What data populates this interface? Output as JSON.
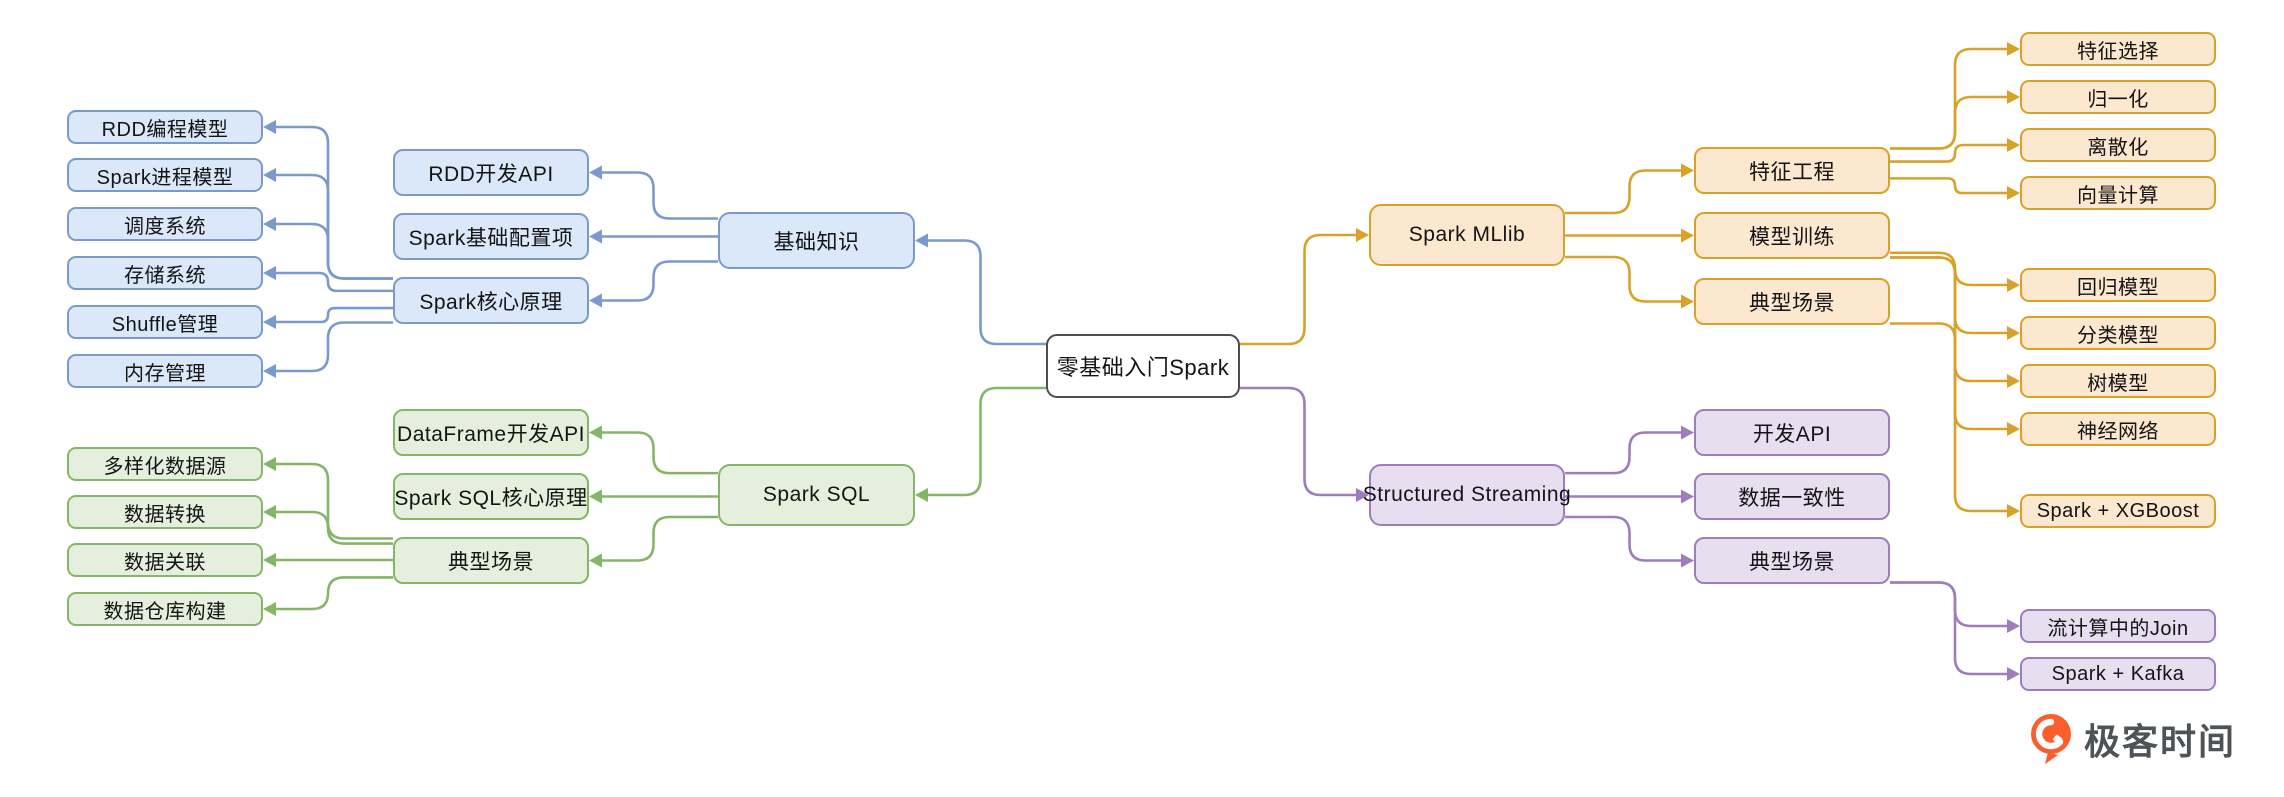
{
  "root": {
    "label": "零基础入门Spark"
  },
  "branches": {
    "root": {
      "stroke": "#4d4d4d",
      "fill": "#ffffff"
    },
    "blue": {
      "stroke": "#7a99cc",
      "fill": "#dbe8fa"
    },
    "green": {
      "stroke": "#85b566",
      "fill": "#e4f0dd"
    },
    "orange": {
      "stroke": "#d8a22a",
      "fill": "#fce7cf"
    },
    "purple": {
      "stroke": "#9e7cbe",
      "fill": "#e7def0"
    }
  },
  "nodes": [
    {
      "id": "root",
      "label": "零基础入门Spark",
      "branch": "root"
    },
    {
      "id": "basics",
      "label": "基础知识",
      "branch": "blue"
    },
    {
      "id": "rdd-api",
      "label": "RDD开发API",
      "branch": "blue"
    },
    {
      "id": "spark-config",
      "label": "Spark基础配置项",
      "branch": "blue"
    },
    {
      "id": "spark-core",
      "label": "Spark核心原理",
      "branch": "blue"
    },
    {
      "id": "rdd-prog-model",
      "label": "RDD编程模型",
      "branch": "blue"
    },
    {
      "id": "spark-process-model",
      "label": "Spark进程模型",
      "branch": "blue"
    },
    {
      "id": "scheduling",
      "label": "调度系统",
      "branch": "blue"
    },
    {
      "id": "storage",
      "label": "存储系统",
      "branch": "blue"
    },
    {
      "id": "shuffle",
      "label": "Shuffle管理",
      "branch": "blue"
    },
    {
      "id": "memory",
      "label": "内存管理",
      "branch": "blue"
    },
    {
      "id": "spark-sql",
      "label": "Spark SQL",
      "branch": "green"
    },
    {
      "id": "dataframe-api",
      "label": "DataFrame开发API",
      "branch": "green"
    },
    {
      "id": "sql-core",
      "label": "Spark SQL核心原理",
      "branch": "green"
    },
    {
      "id": "sql-scenarios",
      "label": "典型场景",
      "branch": "green"
    },
    {
      "id": "datasources",
      "label": "多样化数据源",
      "branch": "green"
    },
    {
      "id": "transform",
      "label": "数据转换",
      "branch": "green"
    },
    {
      "id": "join",
      "label": "数据关联",
      "branch": "green"
    },
    {
      "id": "warehouse",
      "label": "数据仓库构建",
      "branch": "green"
    },
    {
      "id": "spark-mllib",
      "label": "Spark MLlib",
      "branch": "orange"
    },
    {
      "id": "feature-eng",
      "label": "特征工程",
      "branch": "orange"
    },
    {
      "id": "model-training",
      "label": "模型训练",
      "branch": "orange"
    },
    {
      "id": "ml-scenarios",
      "label": "典型场景",
      "branch": "orange"
    },
    {
      "id": "feature-select",
      "label": "特征选择",
      "branch": "orange"
    },
    {
      "id": "normalize",
      "label": "归一化",
      "branch": "orange"
    },
    {
      "id": "discretize",
      "label": "离散化",
      "branch": "orange"
    },
    {
      "id": "vector",
      "label": "向量计算",
      "branch": "orange"
    },
    {
      "id": "regression",
      "label": "回归模型",
      "branch": "orange"
    },
    {
      "id": "classification",
      "label": "分类模型",
      "branch": "orange"
    },
    {
      "id": "tree",
      "label": "树模型",
      "branch": "orange"
    },
    {
      "id": "nn",
      "label": "神经网络",
      "branch": "orange"
    },
    {
      "id": "xgboost",
      "label": "Spark + XGBoost",
      "branch": "orange"
    },
    {
      "id": "streaming",
      "label": "Structured Streaming",
      "branch": "purple"
    },
    {
      "id": "dev-api",
      "label": "开发API",
      "branch": "purple"
    },
    {
      "id": "consistency",
      "label": "数据一致性",
      "branch": "purple"
    },
    {
      "id": "ss-scenarios",
      "label": "典型场景",
      "branch": "purple"
    },
    {
      "id": "stream-join",
      "label": "流计算中的Join",
      "branch": "purple"
    },
    {
      "id": "kafka",
      "label": "Spark + Kafka",
      "branch": "purple"
    }
  ],
  "edges": [
    {
      "from": "root",
      "to": "basics"
    },
    {
      "from": "basics",
      "to": "rdd-api"
    },
    {
      "from": "basics",
      "to": "spark-config"
    },
    {
      "from": "basics",
      "to": "spark-core"
    },
    {
      "from": "spark-core",
      "to": "rdd-prog-model"
    },
    {
      "from": "spark-core",
      "to": "spark-process-model"
    },
    {
      "from": "spark-core",
      "to": "scheduling"
    },
    {
      "from": "spark-core",
      "to": "storage"
    },
    {
      "from": "spark-core",
      "to": "shuffle"
    },
    {
      "from": "spark-core",
      "to": "memory"
    },
    {
      "from": "root",
      "to": "spark-sql"
    },
    {
      "from": "spark-sql",
      "to": "dataframe-api"
    },
    {
      "from": "spark-sql",
      "to": "sql-core"
    },
    {
      "from": "spark-sql",
      "to": "sql-scenarios"
    },
    {
      "from": "sql-scenarios",
      "to": "datasources"
    },
    {
      "from": "sql-scenarios",
      "to": "transform"
    },
    {
      "from": "sql-scenarios",
      "to": "join"
    },
    {
      "from": "sql-scenarios",
      "to": "warehouse"
    },
    {
      "from": "root",
      "to": "spark-mllib"
    },
    {
      "from": "spark-mllib",
      "to": "feature-eng"
    },
    {
      "from": "spark-mllib",
      "to": "model-training"
    },
    {
      "from": "spark-mllib",
      "to": "ml-scenarios"
    },
    {
      "from": "feature-eng",
      "to": "feature-select"
    },
    {
      "from": "feature-eng",
      "to": "normalize"
    },
    {
      "from": "feature-eng",
      "to": "discretize"
    },
    {
      "from": "feature-eng",
      "to": "vector"
    },
    {
      "from": "model-training",
      "to": "regression"
    },
    {
      "from": "model-training",
      "to": "classification"
    },
    {
      "from": "model-training",
      "to": "tree"
    },
    {
      "from": "model-training",
      "to": "nn"
    },
    {
      "from": "ml-scenarios",
      "to": "xgboost"
    },
    {
      "from": "root",
      "to": "streaming"
    },
    {
      "from": "streaming",
      "to": "dev-api"
    },
    {
      "from": "streaming",
      "to": "consistency"
    },
    {
      "from": "streaming",
      "to": "ss-scenarios"
    },
    {
      "from": "ss-scenarios",
      "to": "stream-join"
    },
    {
      "from": "ss-scenarios",
      "to": "kafka"
    }
  ],
  "logo": {
    "text": "极客时间",
    "mark_color": "#f95e2c"
  }
}
